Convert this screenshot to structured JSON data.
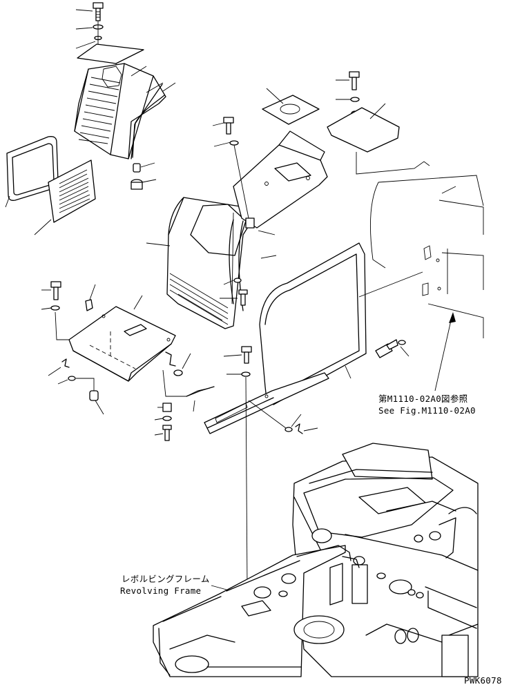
{
  "labels": {
    "ref_fig_jp": "第M1110-02A0図参照",
    "ref_fig_en": "See Fig.M1110-02A0",
    "frame_jp": "レボルビングフレーム",
    "frame_en": "Revolving Frame",
    "drawing_no": "PWK6078"
  }
}
